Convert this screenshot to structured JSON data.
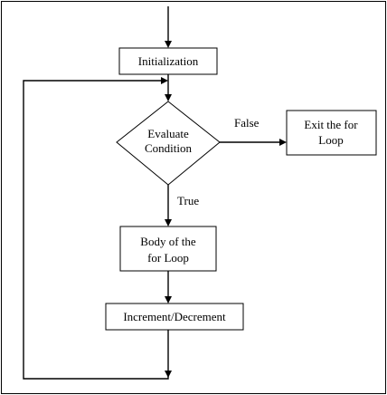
{
  "diagram": {
    "nodes": {
      "initialization": "Initialization",
      "evaluate_line1": "Evaluate",
      "evaluate_line2": "Condition",
      "exit_line1": "Exit the for",
      "exit_line2": "Loop",
      "body_line1": "Body of the",
      "body_line2": "for Loop",
      "increment": "Increment/Decrement"
    },
    "edges": {
      "false_label": "False",
      "true_label": "True"
    }
  },
  "colors": {
    "stroke": "#000000",
    "background": "#ffffff"
  }
}
